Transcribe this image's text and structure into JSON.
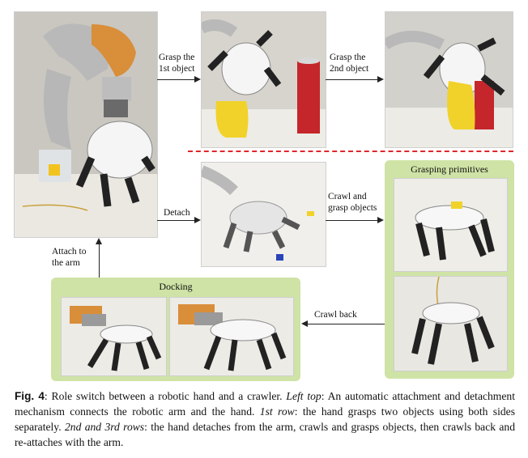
{
  "labels": {
    "grasp1": "Grasp the\n1st object",
    "grasp2": "Grasp the\n2nd object",
    "detach": "Detach",
    "crawl_grasp": "Crawl and\ngrasp objects",
    "attach": "Attach to\nthe arm",
    "crawl_back": "Crawl back"
  },
  "panels": {
    "grasping": "Grasping primitives",
    "docking": "Docking"
  },
  "caption": {
    "fig": "Fig. 4",
    "intro": ": Role switch between a robotic hand and a crawler. ",
    "lefttop_label": "Left top",
    "lefttop_text": ": An automatic attachment and detachment mechanism connects the robotic arm and the hand. ",
    "row1_label": "1st row",
    "row1_text": ": the hand grasps two objects using both sides separately. ",
    "row23_label": "2nd and 3rd rows",
    "row23_text": ": the hand detaches from the arm, crawls and grasps objects, then crawls back and re-attaches with the arm."
  },
  "colors": {
    "panel_bg": "#cfe3a6",
    "dashed_line": "#e0262b",
    "robot_orange": "#d98e3a",
    "can_red": "#c4262b",
    "bottle_yellow": "#f1d22a"
  }
}
